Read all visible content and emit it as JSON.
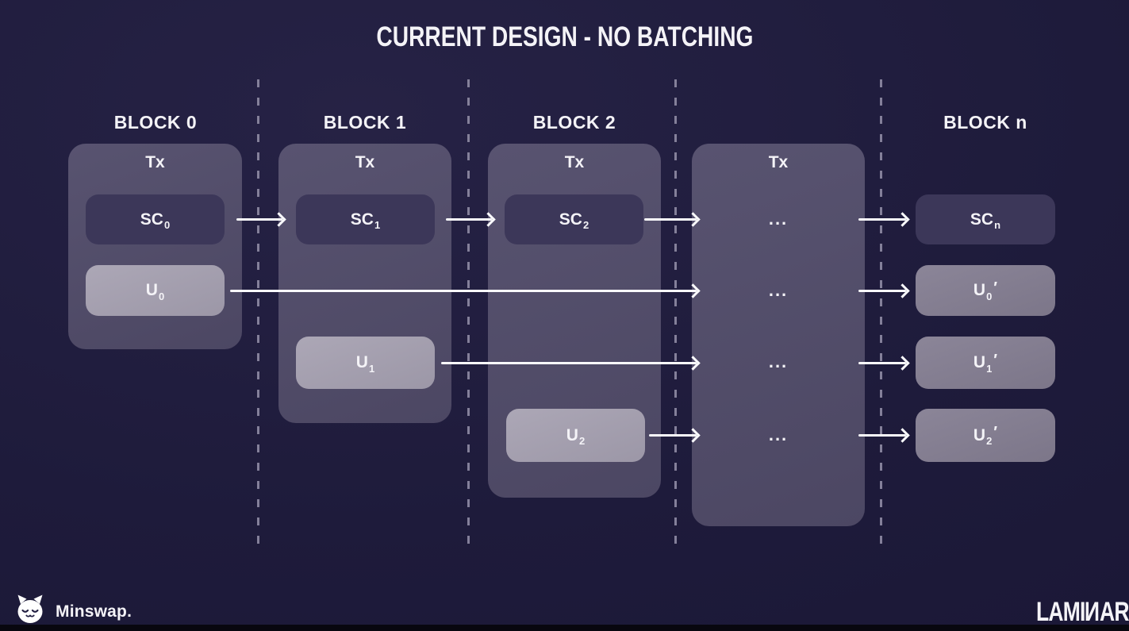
{
  "title": "CURRENT DESIGN - NO BATCHING",
  "blocks": [
    {
      "label": "BLOCK 0",
      "tx": "Tx",
      "sc": {
        "base": "SC",
        "sub": "0"
      },
      "u": {
        "base": "U",
        "sub": "0"
      }
    },
    {
      "label": "BLOCK 1",
      "tx": "Tx",
      "sc": {
        "base": "SC",
        "sub": "1"
      },
      "u": {
        "base": "U",
        "sub": "1"
      }
    },
    {
      "label": "BLOCK 2",
      "tx": "Tx",
      "sc": {
        "base": "SC",
        "sub": "2"
      },
      "u": {
        "base": "U",
        "sub": "2"
      }
    },
    {
      "tx": "Tx",
      "dots": [
        "...",
        "...",
        "...",
        "..."
      ]
    },
    {
      "label": "BLOCK n",
      "sc": {
        "base": "SC",
        "sub": "n"
      },
      "outputs": [
        {
          "base": "U",
          "sub": "0",
          "prime": "′"
        },
        {
          "base": "U",
          "sub": "1",
          "prime": "′"
        },
        {
          "base": "U",
          "sub": "2",
          "prime": "′"
        }
      ]
    }
  ],
  "footer": {
    "minswap_label": "Minswap.",
    "laminar": {
      "part1": "LAMI",
      "part2": "N",
      "part3": "AR"
    }
  },
  "icons": {
    "minswap_cat": "sleeping-cat-logo"
  },
  "colors": {
    "background": "#1e1b3b",
    "container": "#524d68",
    "sc_box": "#3c3759",
    "u_box": "#a6a1af",
    "u_out_box": "#847e92",
    "dash": "#8d89a2",
    "arrow": "#fafafc",
    "text": "#f4f3f7",
    "footer_bar": "#08070f"
  }
}
